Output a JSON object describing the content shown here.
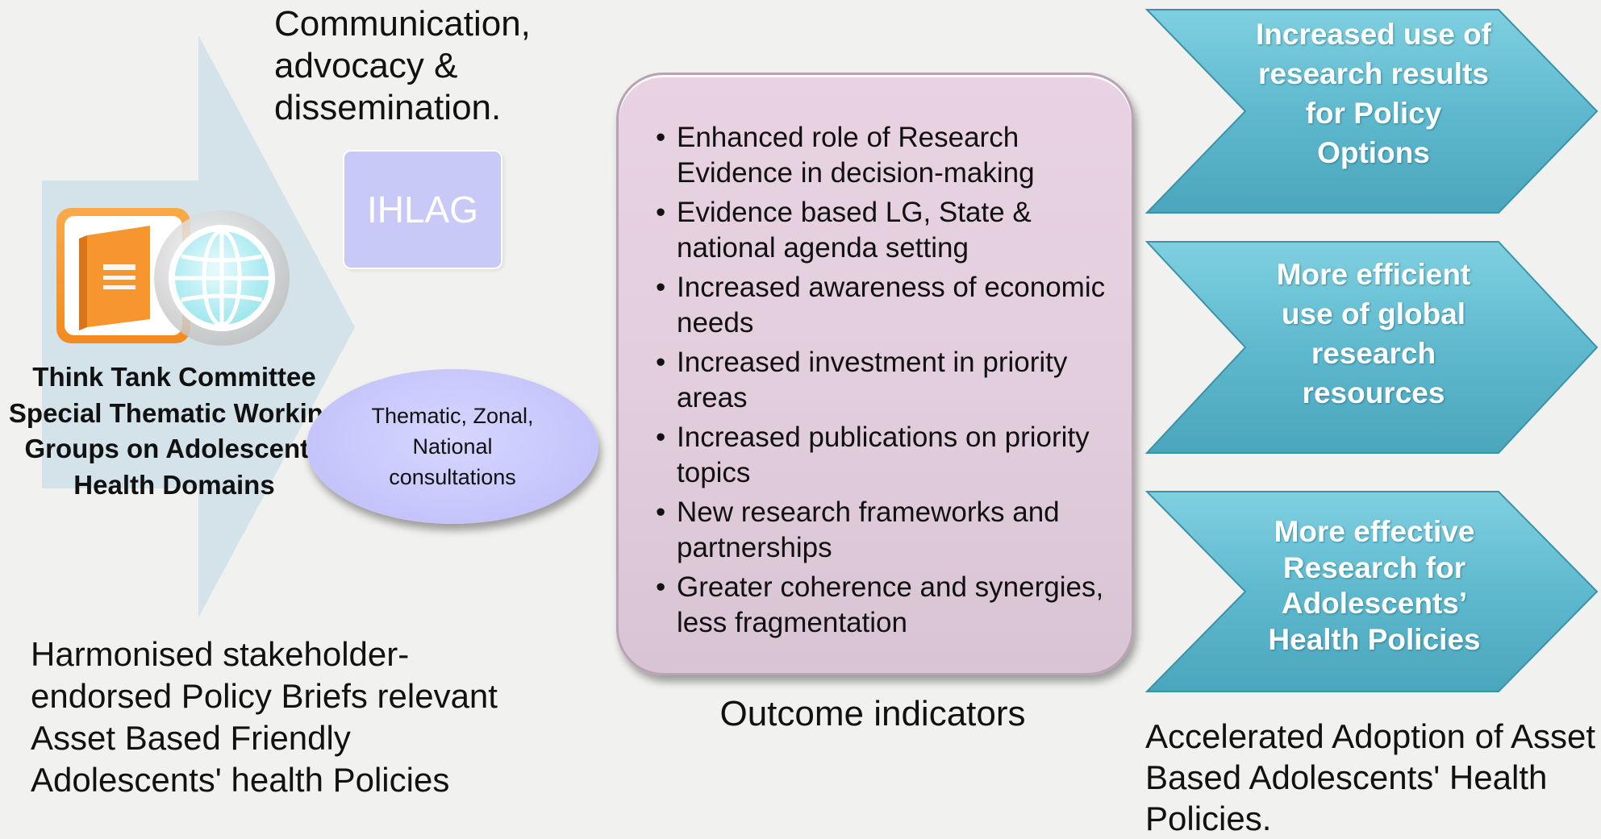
{
  "left": {
    "communication": "Communication, advocacy & dissemination.",
    "ihlag": "IHLAG",
    "think_tank": "Think Tank Committee Special Thematic Working Groups on Adolescents Health Domains",
    "consultations": "Thematic, Zonal, National consultations",
    "harmonised": "Harmonised stakeholder-endorsed Policy Briefs relevant Asset Based Friendly Adolescents' health Policies",
    "icons": [
      "book-icon",
      "globe-icon"
    ]
  },
  "middle": {
    "outcomes": [
      "Enhanced role of Research Evidence in decision-making",
      "Evidence based LG, State & national agenda setting",
      "Increased awareness of economic needs",
      "Increased investment in priority areas",
      "Increased publications on priority topics",
      "New research frameworks and partnerships",
      "Greater coherence and synergies, less fragmentation"
    ],
    "label": "Outcome indicators"
  },
  "right": {
    "chevrons": [
      "Increased use of research results for Policy Options",
      "More efficient use of global research resources",
      "More effective Research for Adolescents’ Health Policies"
    ],
    "accelerated": "Accelerated Adoption of Asset Based Adolescents' Health Policies."
  },
  "colors": {
    "background": "#f1f1ef",
    "arrow": "#cfe1e8",
    "ihlag_box": "#c9c9f7",
    "consult_ellipse": "#c4c4fb",
    "outcome_box": "#e2cedd",
    "chevron": "#5fb9ce",
    "book_orange": "#f7962e"
  }
}
